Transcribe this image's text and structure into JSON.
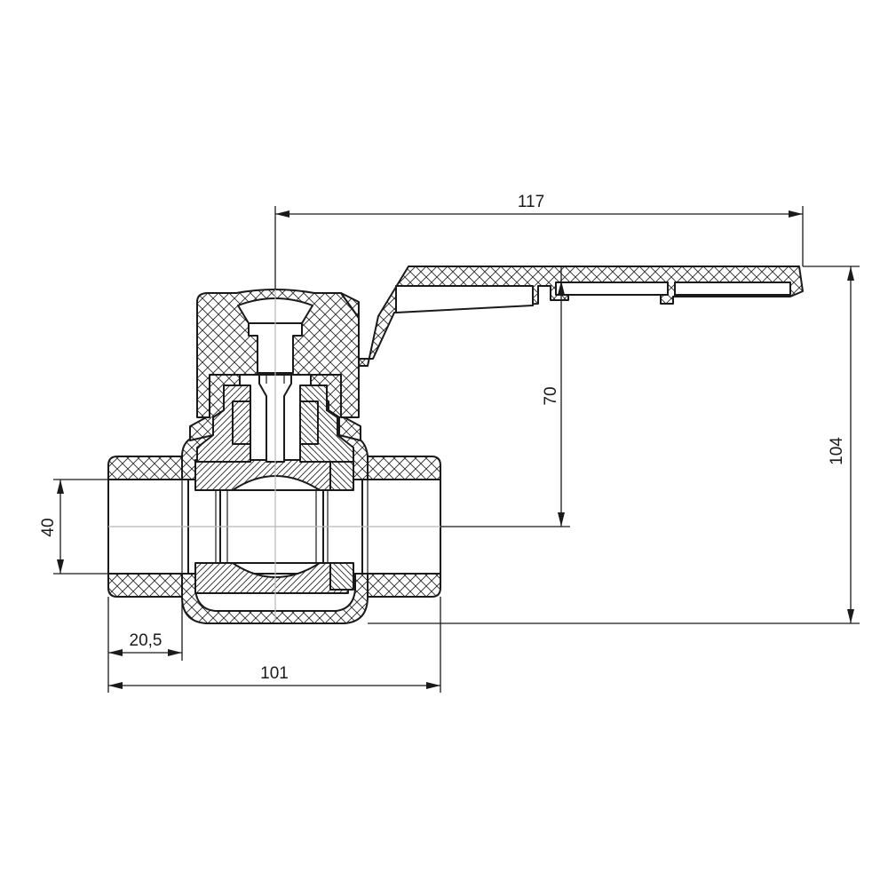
{
  "dimensions": {
    "handle_length": "117",
    "stem_height": "70",
    "overall_height": "104",
    "bore_diameter": "40",
    "socket_depth": "20,5",
    "body_length": "101"
  }
}
